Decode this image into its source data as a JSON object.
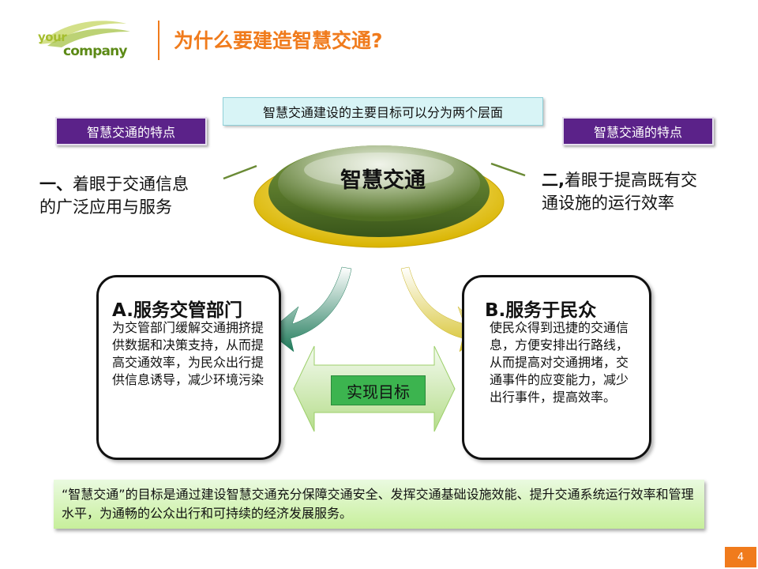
{
  "header": {
    "logo_line1": "your",
    "logo_line2": "company",
    "title": "为什么要建造智慧交通?"
  },
  "top_callout": "智慧交通建设的主要目标可以分为两个层面",
  "features": {
    "left_label": "智慧交通的特点",
    "right_label": "智慧交通的特点"
  },
  "points": {
    "left_num": "一、",
    "left_line1": "着眼于交通信息",
    "left_line2": "的广泛应用与服务",
    "right_num": "二,",
    "right_line1": "着眼于提高既有交",
    "right_line2": "通设施的运行效率"
  },
  "hub_label": "智慧交通",
  "cards": {
    "a_title": "A.服务交管部门",
    "a_body": "为交管部门缓解交通拥挤提供数据和决策支持，从而提高交通效率，为民众出行提供信息诱导，减少环境污染",
    "b_title": "B.服务于民众",
    "b_body": "使民众得到迅捷的交通信息，方便安排出行路线，从而提高对交通拥堵，交通事件的应变能力，减少出行事件，提高效率。"
  },
  "goal_label": "实现目标",
  "summary": "“智慧交通”的目标是通过建设智慧交通充分保障交通安全、发挥交通基础设施效能、提升交通系统运行效率和管理水平，为通畅的公众出行和可持续的经济发展服务。",
  "page_number": "4",
  "colors": {
    "accent_orange": "#f07b1c",
    "feature_purple": "#5b2289",
    "goal_green": "#3cb44f",
    "disc_green": "#6a8a35",
    "disc_gold": "#e6c51a"
  }
}
